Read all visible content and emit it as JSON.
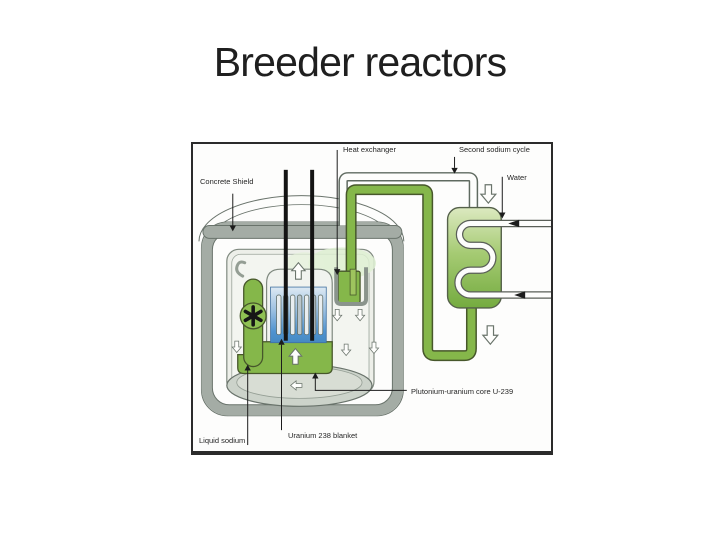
{
  "slide": {
    "title": "Breeder reactors"
  },
  "diagram": {
    "labels": {
      "concrete_shield": "Concrete Shield",
      "heat_exchanger": "Heat exchanger",
      "second_sodium_cycle": "Second sodium cycle",
      "water": "Water",
      "plutonium_core": "Plutonium-uranium core U-239",
      "uranium_blanket": "Uranium 238 blanket",
      "liquid_sodium": "Liquid sodium"
    },
    "icons": {
      "flow_up_arrow": "⇧",
      "flow_down_arrow": "⇩",
      "flow_left_arrow": "⇦",
      "pump_impeller": "✳"
    },
    "colors": {
      "sodium_green": "#85b74a",
      "green_outline": "#47572b",
      "core_blue": "#4f93d0",
      "core_blue_light": "#dde9f3",
      "shield_gray": "#a4aca5",
      "shield_outline": "#69736b",
      "steam_gen_light": "#dce9c0",
      "steam_gen_dark": "#74ab3f",
      "label_text": "#262626",
      "frame_border": "#2b2b2b",
      "title_text": "#1f1f1f"
    }
  }
}
